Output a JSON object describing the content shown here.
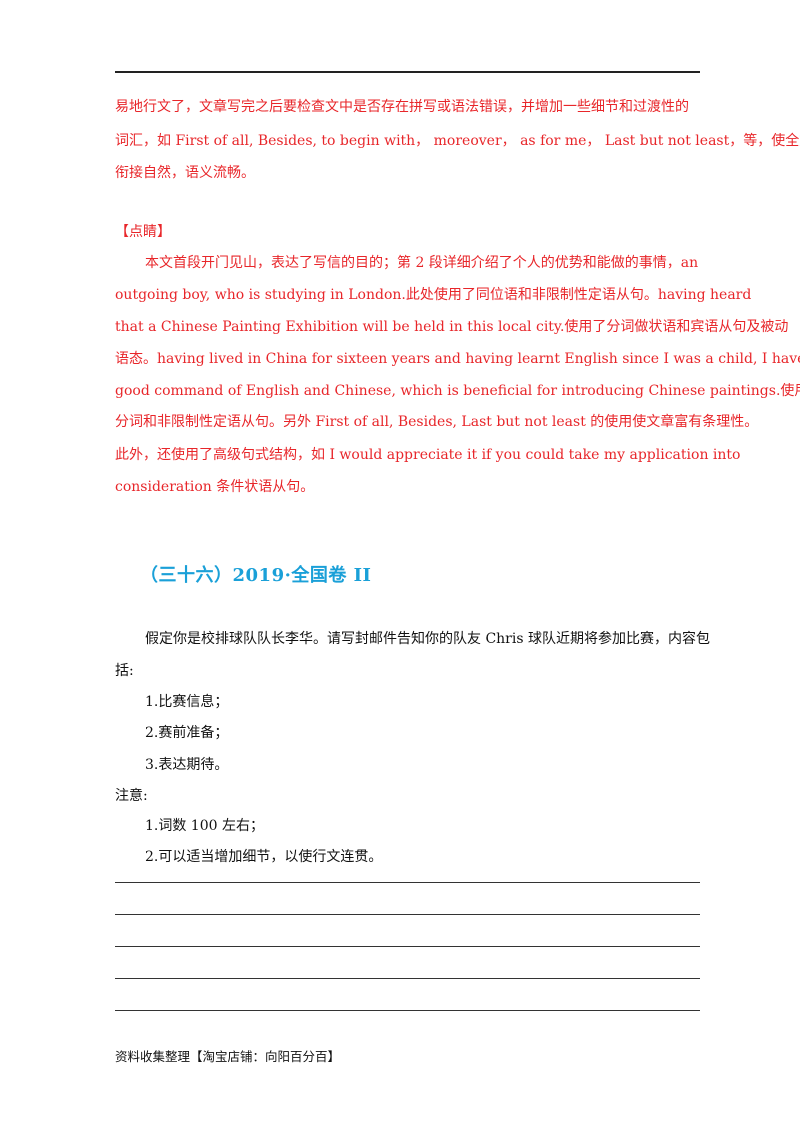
{
  "top_note": {
    "lines": [
      "易地行文了，文章写完之后要检查文中是否存在拼写或语法错误，并增加一些细节和过渡性的",
      "词汇，如 First of all, Besides, to begin with， moreover， as for me， Last but not least，等，使全文",
      "衔接自然，语义流畅。"
    ]
  },
  "commentary": {
    "heading": "【点睛】",
    "lines": [
      "本文首段开门见山，表达了写信的目的；第 2 段详细介绍了个人的优势和能做的事情，an",
      "outgoing boy, who is studying in London.此处使用了同位语和非限制性定语从句。having heard",
      "that a Chinese Painting Exhibition will be held in this local city.使用了分词做状语和宾语从句及被动",
      "语态。having lived in China for sixteen years and having learnt English since I was a child, I have a",
      "good command of English and Chinese, which is beneficial for introducing Chinese paintings.使用了",
      "分词和非限制性定语从句。另外 First of all, Besides, Last but not least 的使用使文章富有条理性。",
      "此外，还使用了高级句式结构，如 I would appreciate it if you could take my application into",
      "consideration 条件状语从句。"
    ]
  },
  "section": {
    "title": "（三十六）2019·全国卷 II",
    "prompt_lines": [
      "假定你是校排球队队长李华。请写封邮件告知你的队友 Chris 球队近期将参加比赛，内容包",
      "括:"
    ],
    "items": [
      "1.比赛信息；",
      "2.赛前准备；",
      "3.表达期待。"
    ],
    "notes_label": "注意:",
    "notes": [
      "1.词数 100 左右；",
      "2.可以适当增加细节，以使行文连贯。"
    ]
  },
  "footer": "资料收集整理【淘宝店铺：向阳百分百】"
}
